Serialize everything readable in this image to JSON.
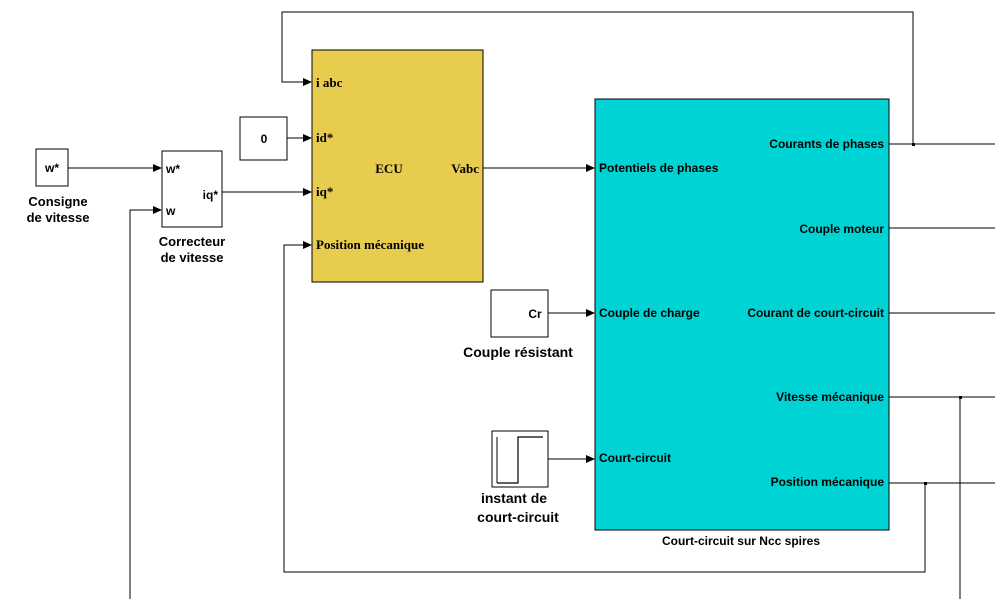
{
  "colors": {
    "ecu_fill": "#e8cc4e",
    "motor_fill": "#00d3d3",
    "block_fill": "#ffffff",
    "line": "#000000"
  },
  "blocks": {
    "speed_ref": {
      "label": "w*",
      "caption_line1": "Consigne",
      "caption_line2": "de vitesse"
    },
    "controller": {
      "in_ref": "w*",
      "in_meas": "w",
      "out": "iq*",
      "caption_line1": "Correcteur",
      "caption_line2": "de vitesse"
    },
    "zero_const": {
      "label": "0"
    },
    "ecu": {
      "name": "ECU",
      "in_iabc": "i abc",
      "in_id": "id*",
      "in_iq": "iq*",
      "in_pos": "Position mécanique",
      "out": "Vabc"
    },
    "load_torque": {
      "label": "Cr",
      "caption": "Couple résistant"
    },
    "step": {
      "caption_line1": "instant de",
      "caption_line2": "court-circuit"
    },
    "motor": {
      "caption": "Court-circuit sur Ncc spires",
      "in_potentials": "Potentiels de phases",
      "in_load": "Couple de charge",
      "in_short": "Court-circuit",
      "out_currents": "Courants de phases",
      "out_torque": "Couple moteur",
      "out_short_current": "Courant de court-circuit",
      "out_speed": "Vitesse mécanique",
      "out_position": "Position mécanique"
    }
  }
}
